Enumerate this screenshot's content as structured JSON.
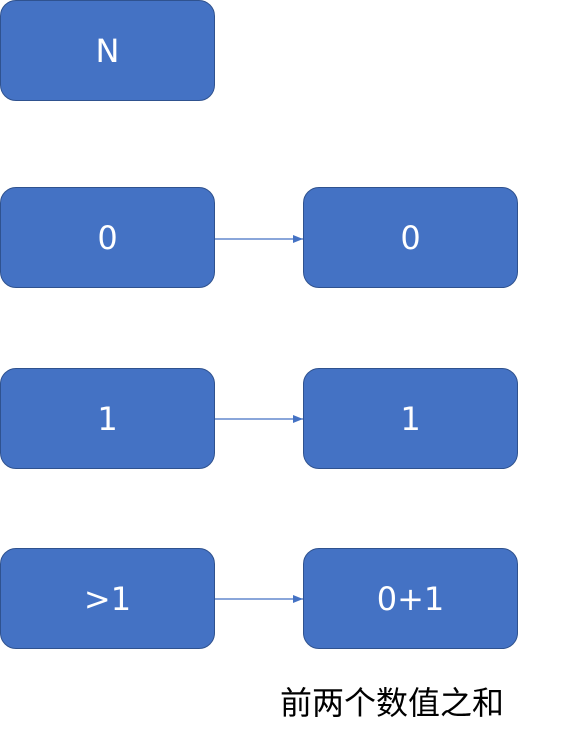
{
  "header_box": "N",
  "rows": [
    {
      "input": "0",
      "output": "0"
    },
    {
      "input": "1",
      "output": "1"
    },
    {
      "input": ">1",
      "output": "0+1"
    }
  ],
  "caption": "前两个数值之和",
  "colors": {
    "box_fill": "#4472c4",
    "box_border": "#2f528f",
    "arrow": "#4472c4"
  }
}
